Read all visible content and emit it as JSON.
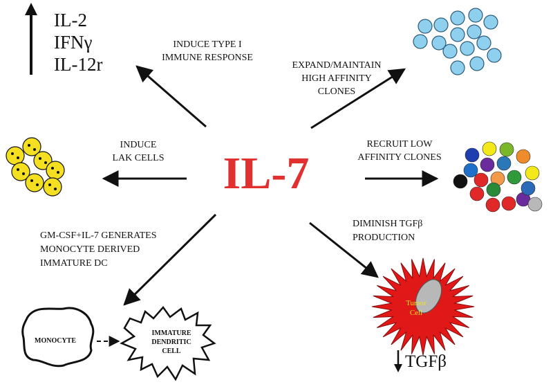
{
  "center_label": "IL-7",
  "colors": {
    "center": "#e03030",
    "arrow": "#111111",
    "lak_cell": "#f4e020",
    "clone_cell": "#8fd0ee",
    "tumor_fill": "#e01818",
    "tumor_nucleus": "#b8b8b8",
    "tumor_text": "#f2e020"
  },
  "top_left": {
    "up_arrow_icon": "up-arrow-icon",
    "lines": [
      "IL-2",
      "IFNγ",
      "IL-12r"
    ],
    "caption_lines": [
      "INDUCE TYPE I",
      "IMMUNE RESPONSE"
    ]
  },
  "top_right": {
    "caption_lines": [
      "EXPAND/MAINTAIN",
      "HIGH AFFINITY",
      "CLONES"
    ]
  },
  "mid_left": {
    "caption_lines": [
      "INDUCE",
      "LAK CELLS"
    ]
  },
  "mid_right": {
    "caption_lines": [
      "RECRUIT LOW",
      "AFFINITY CLONES"
    ],
    "clone_colors": [
      "#1e3fb0",
      "#f2e81a",
      "#7ab82a",
      "#ee8c2c",
      "#1e70c8",
      "#6a2c9c",
      "#2a78b8",
      "#e02828",
      "#f29a4a",
      "#2e9a3a",
      "#f2e81a",
      "#111111",
      "#e02828",
      "#2a8a3a",
      "#e02828",
      "#6a2c9c",
      "#2a6ab8",
      "#e02828",
      "#b8b8b8"
    ]
  },
  "bottom_left": {
    "caption_lines": [
      "GM-CSF+IL-7 GENERATES",
      "MONOCYTE DERIVED",
      "IMMATURE DC"
    ],
    "monocyte_label": "MONOCYTE",
    "dc_label_lines": [
      "IMMATURE",
      "DENDRITIC",
      "CELL"
    ]
  },
  "bottom_right": {
    "caption_lines": [
      "DIMINISH TGFβ",
      "PRODUCTION"
    ],
    "tumor_label_lines": [
      "Tumor",
      "Cell"
    ],
    "tgf_label": "TGFβ",
    "down_arrow_icon": "down-arrow-icon"
  }
}
